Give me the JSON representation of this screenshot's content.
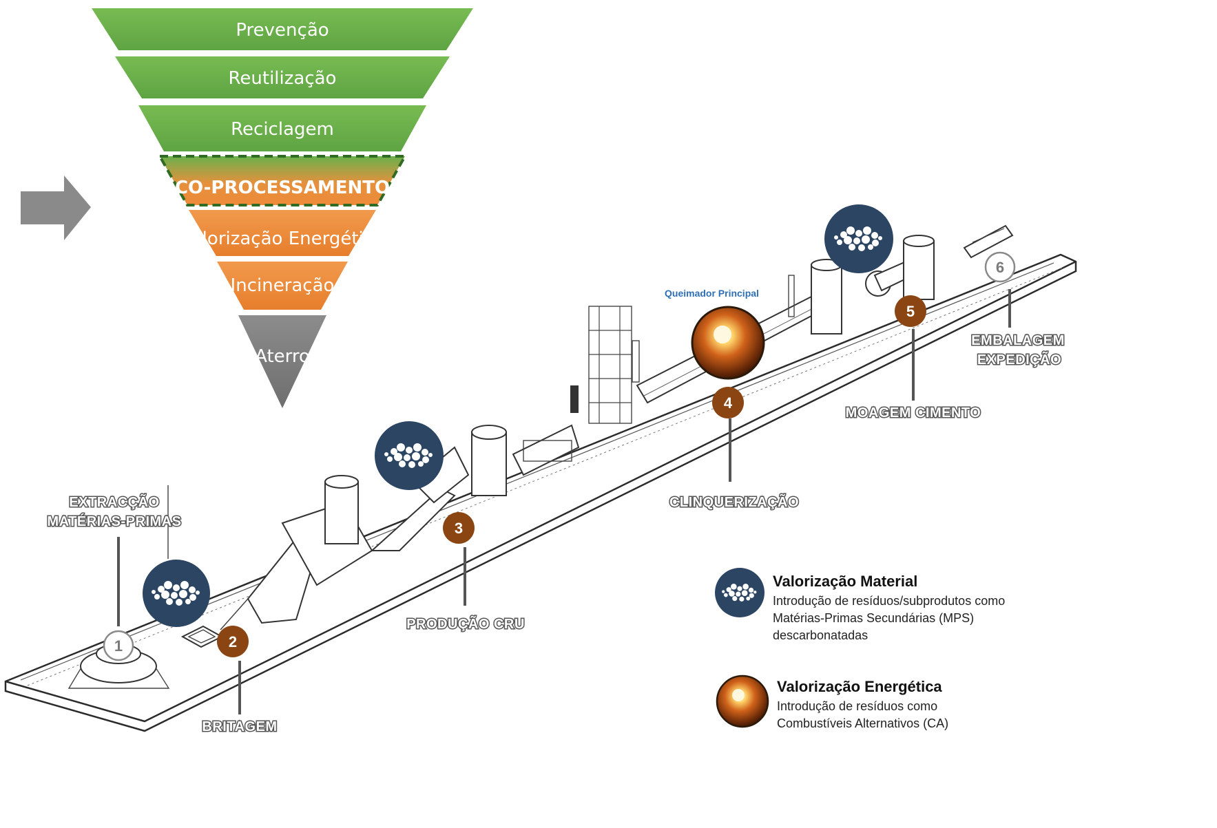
{
  "hierarchy": {
    "tiers": [
      {
        "label": "Prevenção",
        "color": "#6ab04c"
      },
      {
        "label": "Reutilização",
        "color": "#6ab04c"
      },
      {
        "label": "Reciclagem",
        "color": "#6ab04c"
      },
      {
        "label": "CO-PROCESSAMENTO",
        "color": "#ee8a3a",
        "highlight": true
      },
      {
        "label": "Valorização Energética",
        "color": "#ee8a3a"
      },
      {
        "label": "Incineração",
        "color": "#ee8a3a"
      },
      {
        "label": "Aterro",
        "color": "#808080"
      }
    ]
  },
  "burner_label": "Queimador Principal",
  "stages": [
    {
      "number": "1",
      "label_lines": [
        "EXTRACÇÃO",
        "MATÉRIAS-PRIMAS"
      ]
    },
    {
      "number": "2",
      "label_lines": [
        "BRITAGEM"
      ]
    },
    {
      "number": "3",
      "label_lines": [
        "PRODUÇÃO CRU"
      ]
    },
    {
      "number": "4",
      "label_lines": [
        "CLINQUERIZAÇÃO"
      ]
    },
    {
      "number": "5",
      "label_lines": [
        "MOAGEM CIMENTO"
      ]
    },
    {
      "number": "6",
      "label_lines": [
        "EMBALAGEM",
        "EXPEDIÇÃO"
      ]
    }
  ],
  "legend": {
    "material": {
      "title": "Valorização Material",
      "desc_lines": [
        "Introdução de resíduos/subprodutos como",
        "Matérias-Primas Secundárias (MPS)",
        "descarbonatadas"
      ]
    },
    "energy": {
      "title": "Valorização Energética",
      "desc_lines": [
        "Introdução de resíduos como",
        "Combustíveis Alternativos (CA)"
      ]
    }
  },
  "colors": {
    "green": "#6ab04c",
    "orange": "#ee8a3a",
    "grey": "#808080",
    "badge_brown": "#8b4513",
    "material_navy": "#2b4563"
  },
  "icons": {
    "arrow": "arrow-right-icon",
    "material": "material-valorization-icon",
    "energy": "energy-valorization-icon"
  }
}
